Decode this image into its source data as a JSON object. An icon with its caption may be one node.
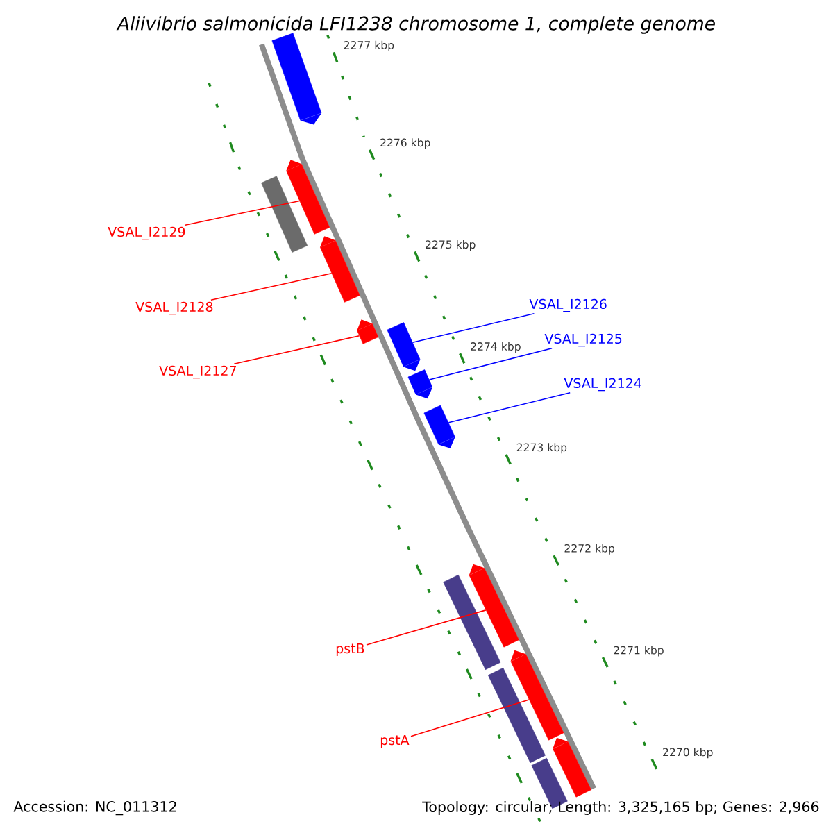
{
  "diagram": {
    "title": "Aliivibrio salmonicida LFI1238 chromosome 1, complete genome",
    "nodes": [
      {
        "text": [
          "VSAL_I2129"
        ]
      },
      {
        "text": [
          "VSAL_I2128"
        ]
      },
      {
        "text": [
          "VSAL_I2127"
        ]
      },
      {
        "text": [
          "VSAL_I2126"
        ]
      },
      {
        "text": [
          "VSAL_I2125"
        ]
      },
      {
        "text": [
          "VSAL_I2124"
        ]
      },
      {
        "text": [
          "pstB"
        ]
      },
      {
        "text": [
          "pstA"
        ]
      },
      {
        "text": [],
        "shape": "pentagon"
      },
      {
        "text": [],
        "shape": "pentagon"
      },
      {
        "text": [],
        "shape": "bar"
      },
      {
        "text": [],
        "shape": "pentagon"
      },
      {
        "text": [],
        "shape": "pentagon"
      },
      {
        "text": [],
        "shape": "pentagon"
      },
      {
        "text": [],
        "shape": "pentagon"
      },
      {
        "text": [],
        "shape": "pentagon"
      },
      {
        "text": [],
        "shape": "pentagon"
      },
      {
        "text": [],
        "shape": "bar"
      },
      {
        "text": [],
        "shape": "pentagon"
      },
      {
        "text": [],
        "shape": "bar"
      },
      {
        "text": [],
        "shape": "pentagon"
      },
      {
        "text": [],
        "shape": "bar"
      }
    ],
    "edges": [
      {
        "from": 0,
        "to": 9,
        "arrow": "none"
      },
      {
        "from": 1,
        "to": 11,
        "arrow": "none"
      },
      {
        "from": 2,
        "to": 12,
        "arrow": "none"
      },
      {
        "from": 3,
        "to": 13,
        "arrow": "none",
        "color": "#0000ff"
      },
      {
        "from": 4,
        "to": 14,
        "arrow": "none",
        "color": "#0000ff"
      },
      {
        "from": 5,
        "to": 15,
        "arrow": "none",
        "color": "#0000ff"
      },
      {
        "from": 6,
        "to": 16,
        "arrow": "none"
      },
      {
        "from": 7,
        "to": 18,
        "arrow": "none"
      }
    ],
    "labels": [
      "2277 kbp",
      "2276 kbp",
      "2275 kbp",
      "2274 kbp",
      "2273 kbp",
      "2272 kbp",
      "2271 kbp",
      "2270 kbp",
      "Accession: NC_011312",
      "Topology: circular; Length: 3,325,165 bp; Genes: 2,966"
    ]
  }
}
